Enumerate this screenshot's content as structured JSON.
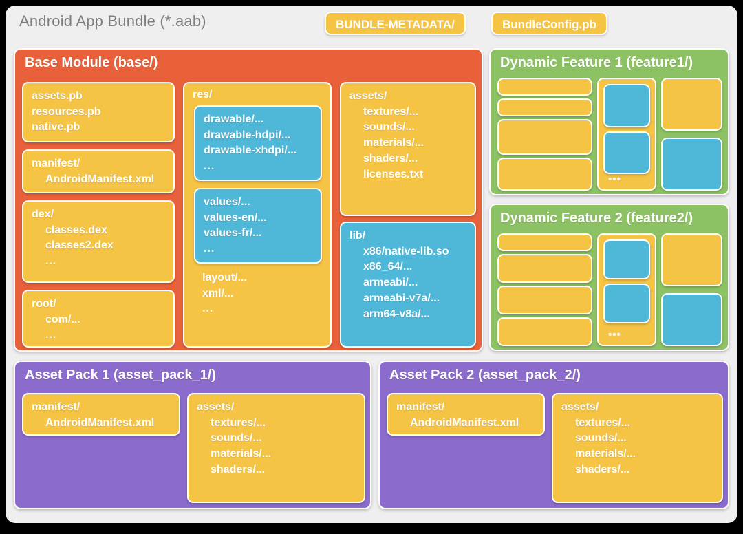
{
  "header": {
    "title": "Android App Bundle (*.aab)",
    "badges": [
      {
        "label": "BUNDLE-METADATA/"
      },
      {
        "label": "BundleConfig.pb"
      }
    ]
  },
  "colors": {
    "page_background": "#000000",
    "card_background": "#EFEFEF",
    "base_module": "#E8613A",
    "dynamic_feature": "#8CC263",
    "asset_pack": "#8B6BCB",
    "yellow_box": "#F5C445",
    "blue_box": "#4FB8D8",
    "title_text": "#7E7E7E",
    "box_text": "#FFFFFF"
  },
  "base_module": {
    "title": "Base Module (base/)",
    "col1": [
      {
        "name": "protos-box",
        "color": "yellow",
        "lines": [
          "assets.pb",
          "resources.pb",
          "native.pb"
        ]
      },
      {
        "name": "manifest-box",
        "color": "yellow",
        "lines": [
          "manifest/",
          "AndroidManifest.xml"
        ]
      },
      {
        "name": "dex-box",
        "color": "yellow",
        "lines": [
          "dex/",
          "classes.dex",
          "classes2.dex",
          "..."
        ]
      },
      {
        "name": "root-box",
        "color": "yellow",
        "lines": [
          "root/",
          "com/...",
          "..."
        ]
      }
    ],
    "res_box": {
      "label": "res/",
      "color": "yellow",
      "drawables": {
        "color": "blue",
        "lines": [
          "drawable/...",
          "drawable-hdpi/...",
          "drawable-xhdpi/...",
          "..."
        ]
      },
      "values": {
        "color": "blue",
        "lines": [
          "values/...",
          "values-en/...",
          "values-fr/...",
          "..."
        ]
      },
      "tail": [
        "layout/...",
        "xml/...",
        "..."
      ]
    },
    "assets_box": {
      "color": "yellow",
      "lines": [
        "assets/",
        "textures/...",
        "sounds/...",
        "materials/...",
        "shaders/...",
        "licenses.txt"
      ]
    },
    "lib_box": {
      "color": "blue",
      "lines": [
        "lib/",
        "x86/native-lib.so",
        "x86_64/...",
        "armeabi/...",
        "armeabi-v7a/...",
        "arm64-v8a/..."
      ]
    }
  },
  "dynamic_features": [
    {
      "title": "Dynamic Feature 1 (feature1/)",
      "left_column": [
        {
          "color": "yellow",
          "height": 26
        },
        {
          "color": "yellow",
          "height": 26
        },
        {
          "color": "yellow",
          "height": 52
        },
        {
          "color": "yellow",
          "height": 48
        }
      ],
      "middle_column": {
        "color": "yellow",
        "ellipsis": "•••",
        "inner": [
          {
            "color": "blue",
            "height": 63
          },
          {
            "color": "blue",
            "height": 62
          }
        ]
      },
      "right_column": [
        {
          "color": "yellow",
          "height": 77
        },
        {
          "color": "yellow",
          "height": 77
        }
      ]
    },
    {
      "title": "Dynamic Feature 2 (feature2/)",
      "left_column": [
        {
          "color": "yellow",
          "height": 26
        },
        {
          "color": "yellow",
          "height": 42
        },
        {
          "color": "yellow",
          "height": 42
        },
        {
          "color": "yellow",
          "height": 30
        }
      ],
      "middle_column": {
        "color": "yellow",
        "ellipsis": "•••",
        "inner": [
          {
            "color": "blue",
            "height": 58
          },
          {
            "color": "blue",
            "height": 58
          }
        ]
      },
      "right_column": [
        {
          "color": "yellow",
          "height": 77
        },
        {
          "color": "yellow",
          "height": 77
        }
      ]
    }
  ],
  "asset_packs": [
    {
      "title": "Asset Pack 1 (asset_pack_1/)",
      "manifest_box": {
        "color": "yellow",
        "lines": [
          "manifest/",
          "AndroidManifest.xml"
        ]
      },
      "assets_box": {
        "color": "yellow",
        "lines": [
          "assets/",
          "textures/...",
          "sounds/...",
          "materials/...",
          "shaders/..."
        ]
      }
    },
    {
      "title": "Asset Pack 2 (asset_pack_2/)",
      "manifest_box": {
        "color": "yellow",
        "lines": [
          "manifest/",
          "AndroidManifest.xml"
        ]
      },
      "assets_box": {
        "color": "yellow",
        "lines": [
          "assets/",
          "textures/...",
          "sounds/...",
          "materials/...",
          "shaders/..."
        ]
      }
    }
  ]
}
